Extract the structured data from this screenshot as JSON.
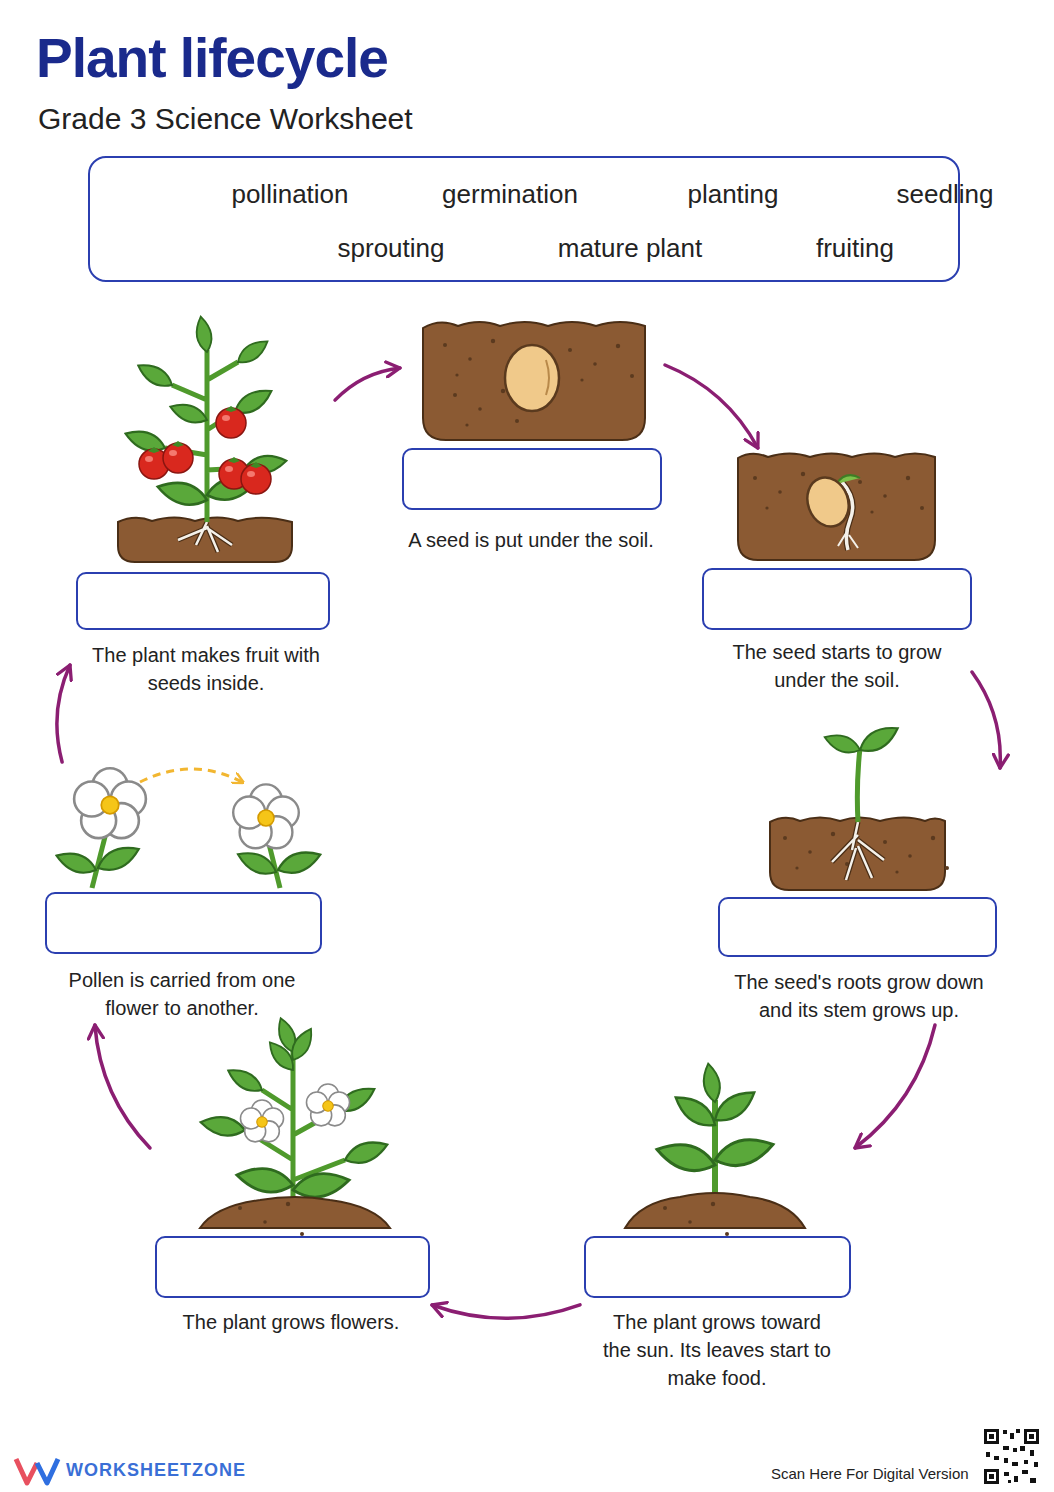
{
  "diagram": {
    "title": "Plant lifecycle",
    "nodes": [
      {
        "text": [
          "pollination",
          "germination",
          "planting",
          "seedling",
          "sprouting",
          "mature plant",
          "fruiting"
        ]
      },
      {
        "text": [
          "A seed is put under the soil."
        ]
      },
      {
        "text": [
          "The plant makes fruit with seeds inside."
        ]
      },
      {
        "text": [
          "The seed starts to grow under the soil."
        ]
      },
      {
        "text": [
          "Pollen is carried from one flower to another."
        ]
      },
      {
        "text": [
          "The seed's roots grow down and its stem grows up."
        ]
      },
      {
        "text": [
          "The plant grows flowers."
        ]
      },
      {
        "text": [
          "The plant grows toward the sun. Its leaves start to make food."
        ]
      }
    ],
    "edges": [
      {
        "from": 2,
        "to": 1,
        "arrow": "to"
      },
      {
        "from": 1,
        "to": 3,
        "arrow": "to"
      },
      {
        "from": 3,
        "to": 5,
        "arrow": "to"
      },
      {
        "from": 5,
        "to": 7,
        "arrow": "to"
      },
      {
        "from": 7,
        "to": 6,
        "arrow": "to"
      },
      {
        "from": 6,
        "to": 4,
        "arrow": "to"
      },
      {
        "from": 4,
        "to": 2,
        "arrow": "to"
      }
    ],
    "labels": [
      "Grade 3 Science Worksheet",
      "WORKSHEETZONE",
      "Scan Here For Digital Version"
    ]
  }
}
